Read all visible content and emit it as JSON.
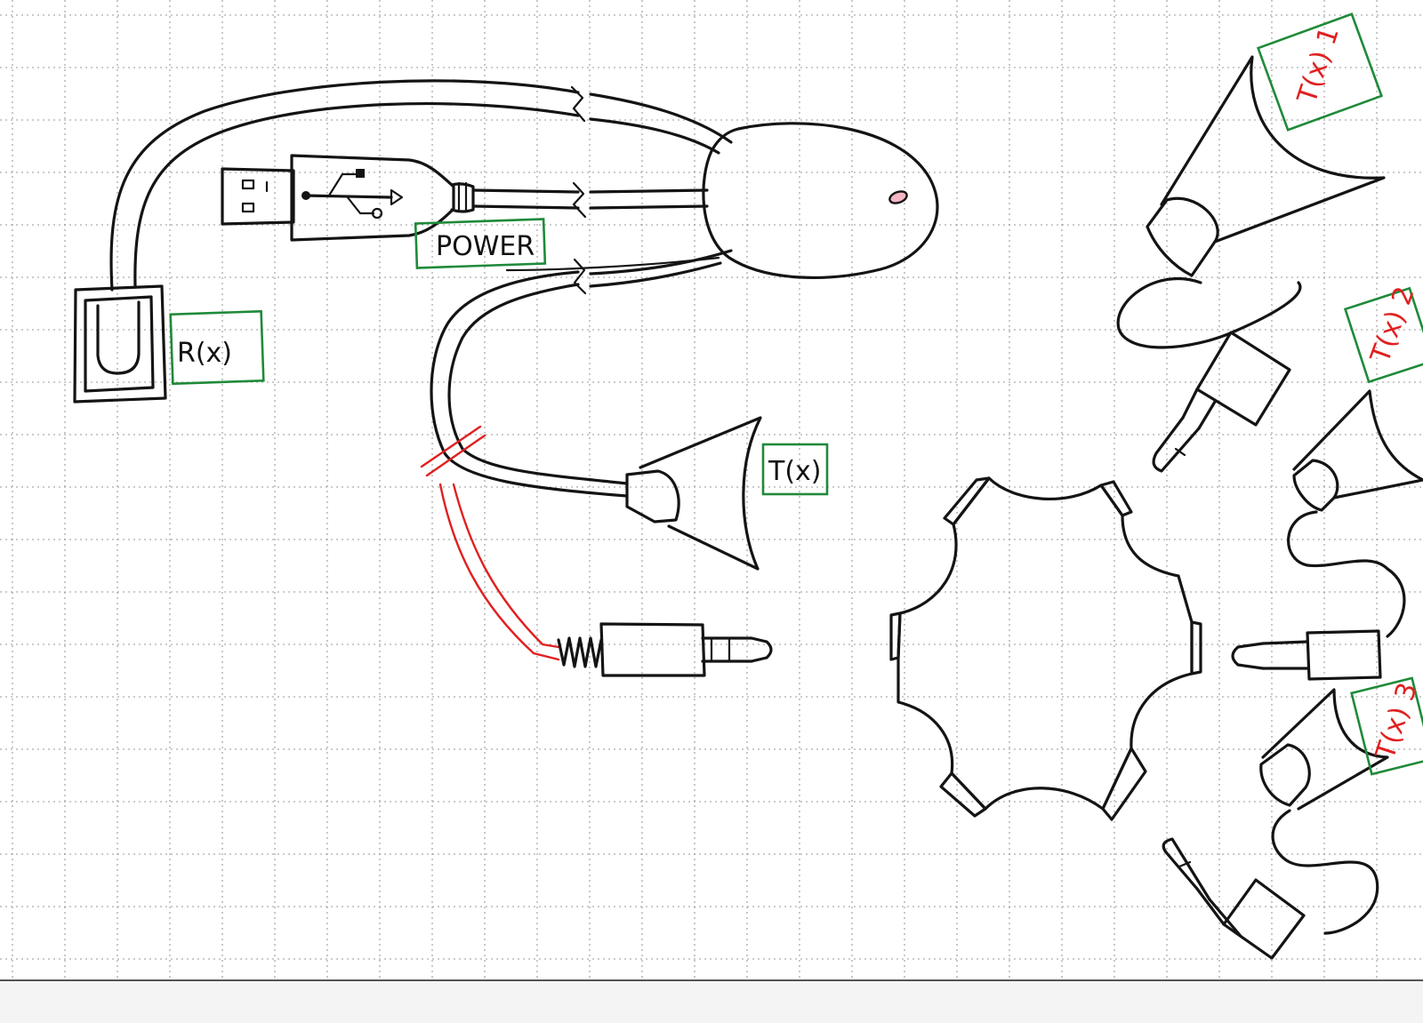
{
  "labels": {
    "receiver": "R(x)",
    "power": "POWER",
    "transmitter": "T(x)",
    "transmitter_1": "T(x) 1",
    "transmitter_2": "T(x) 2",
    "transmitter_3": "T(x) 3"
  },
  "colors": {
    "paper": "#ffffff",
    "grid": "#9a9a9a",
    "ink": "#141414",
    "label_box": "#1f8a3a",
    "highlight": "#e02020",
    "led": "#e04060"
  },
  "icons": {
    "usb_connector": "usb-icon",
    "receiver_dongle": "dongle-icon",
    "splitter_hub": "splitter-icon",
    "audio_jack": "audio-jack-icon",
    "speaker": "speaker-icon"
  }
}
